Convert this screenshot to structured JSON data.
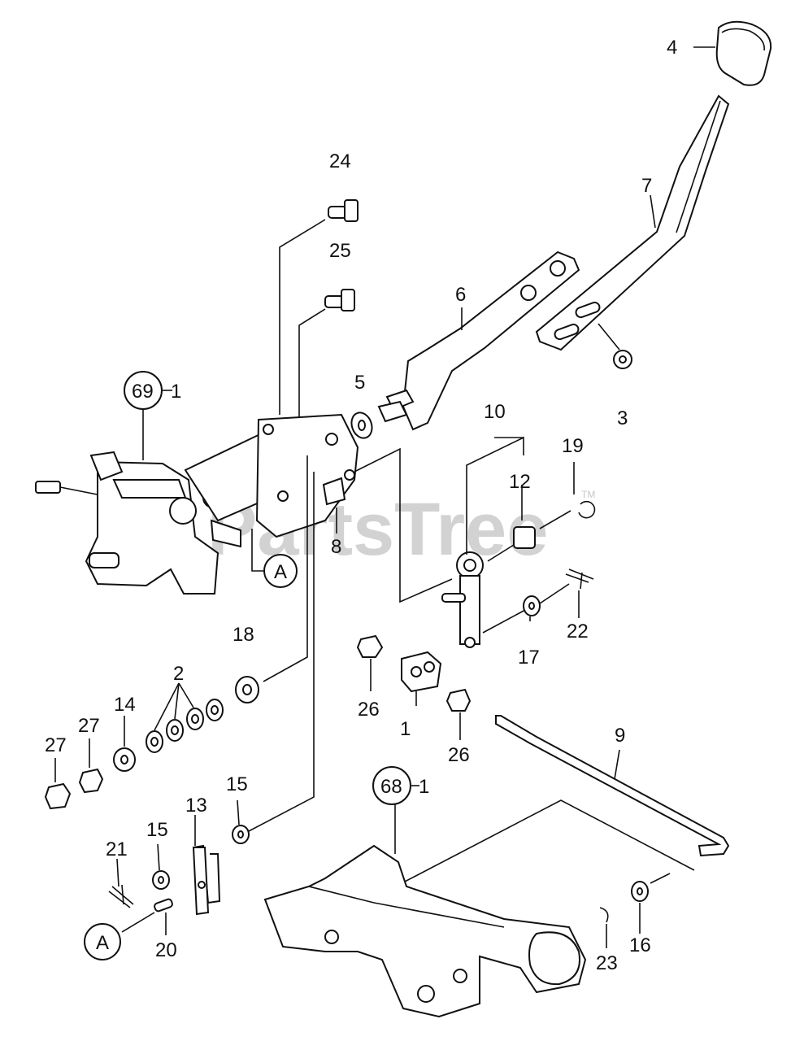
{
  "watermark": {
    "text": "PartsTree",
    "tm": "TM"
  },
  "callouts": {
    "c4": "4",
    "c7": "7",
    "c24": "24",
    "c25": "25",
    "c6": "6",
    "c5": "5",
    "c3": "3",
    "c69": "69",
    "c69s": "1",
    "c10": "10",
    "c19": "19",
    "c12": "12",
    "c8": "8",
    "cA1": "A",
    "c18": "18",
    "c22": "22",
    "c17": "17",
    "c2": "2",
    "c26a": "26",
    "c14": "14",
    "c27a": "27",
    "c27b": "27",
    "c1": "1",
    "c26b": "26",
    "c9": "9",
    "c15a": "15",
    "c68": "68",
    "c68s": "1",
    "c13": "13",
    "c15b": "15",
    "c21": "21",
    "cA2": "A",
    "c20": "20",
    "c23": "23",
    "c16": "16"
  },
  "colors": {
    "line": "#111111",
    "watermark": "#d2d2d2"
  }
}
